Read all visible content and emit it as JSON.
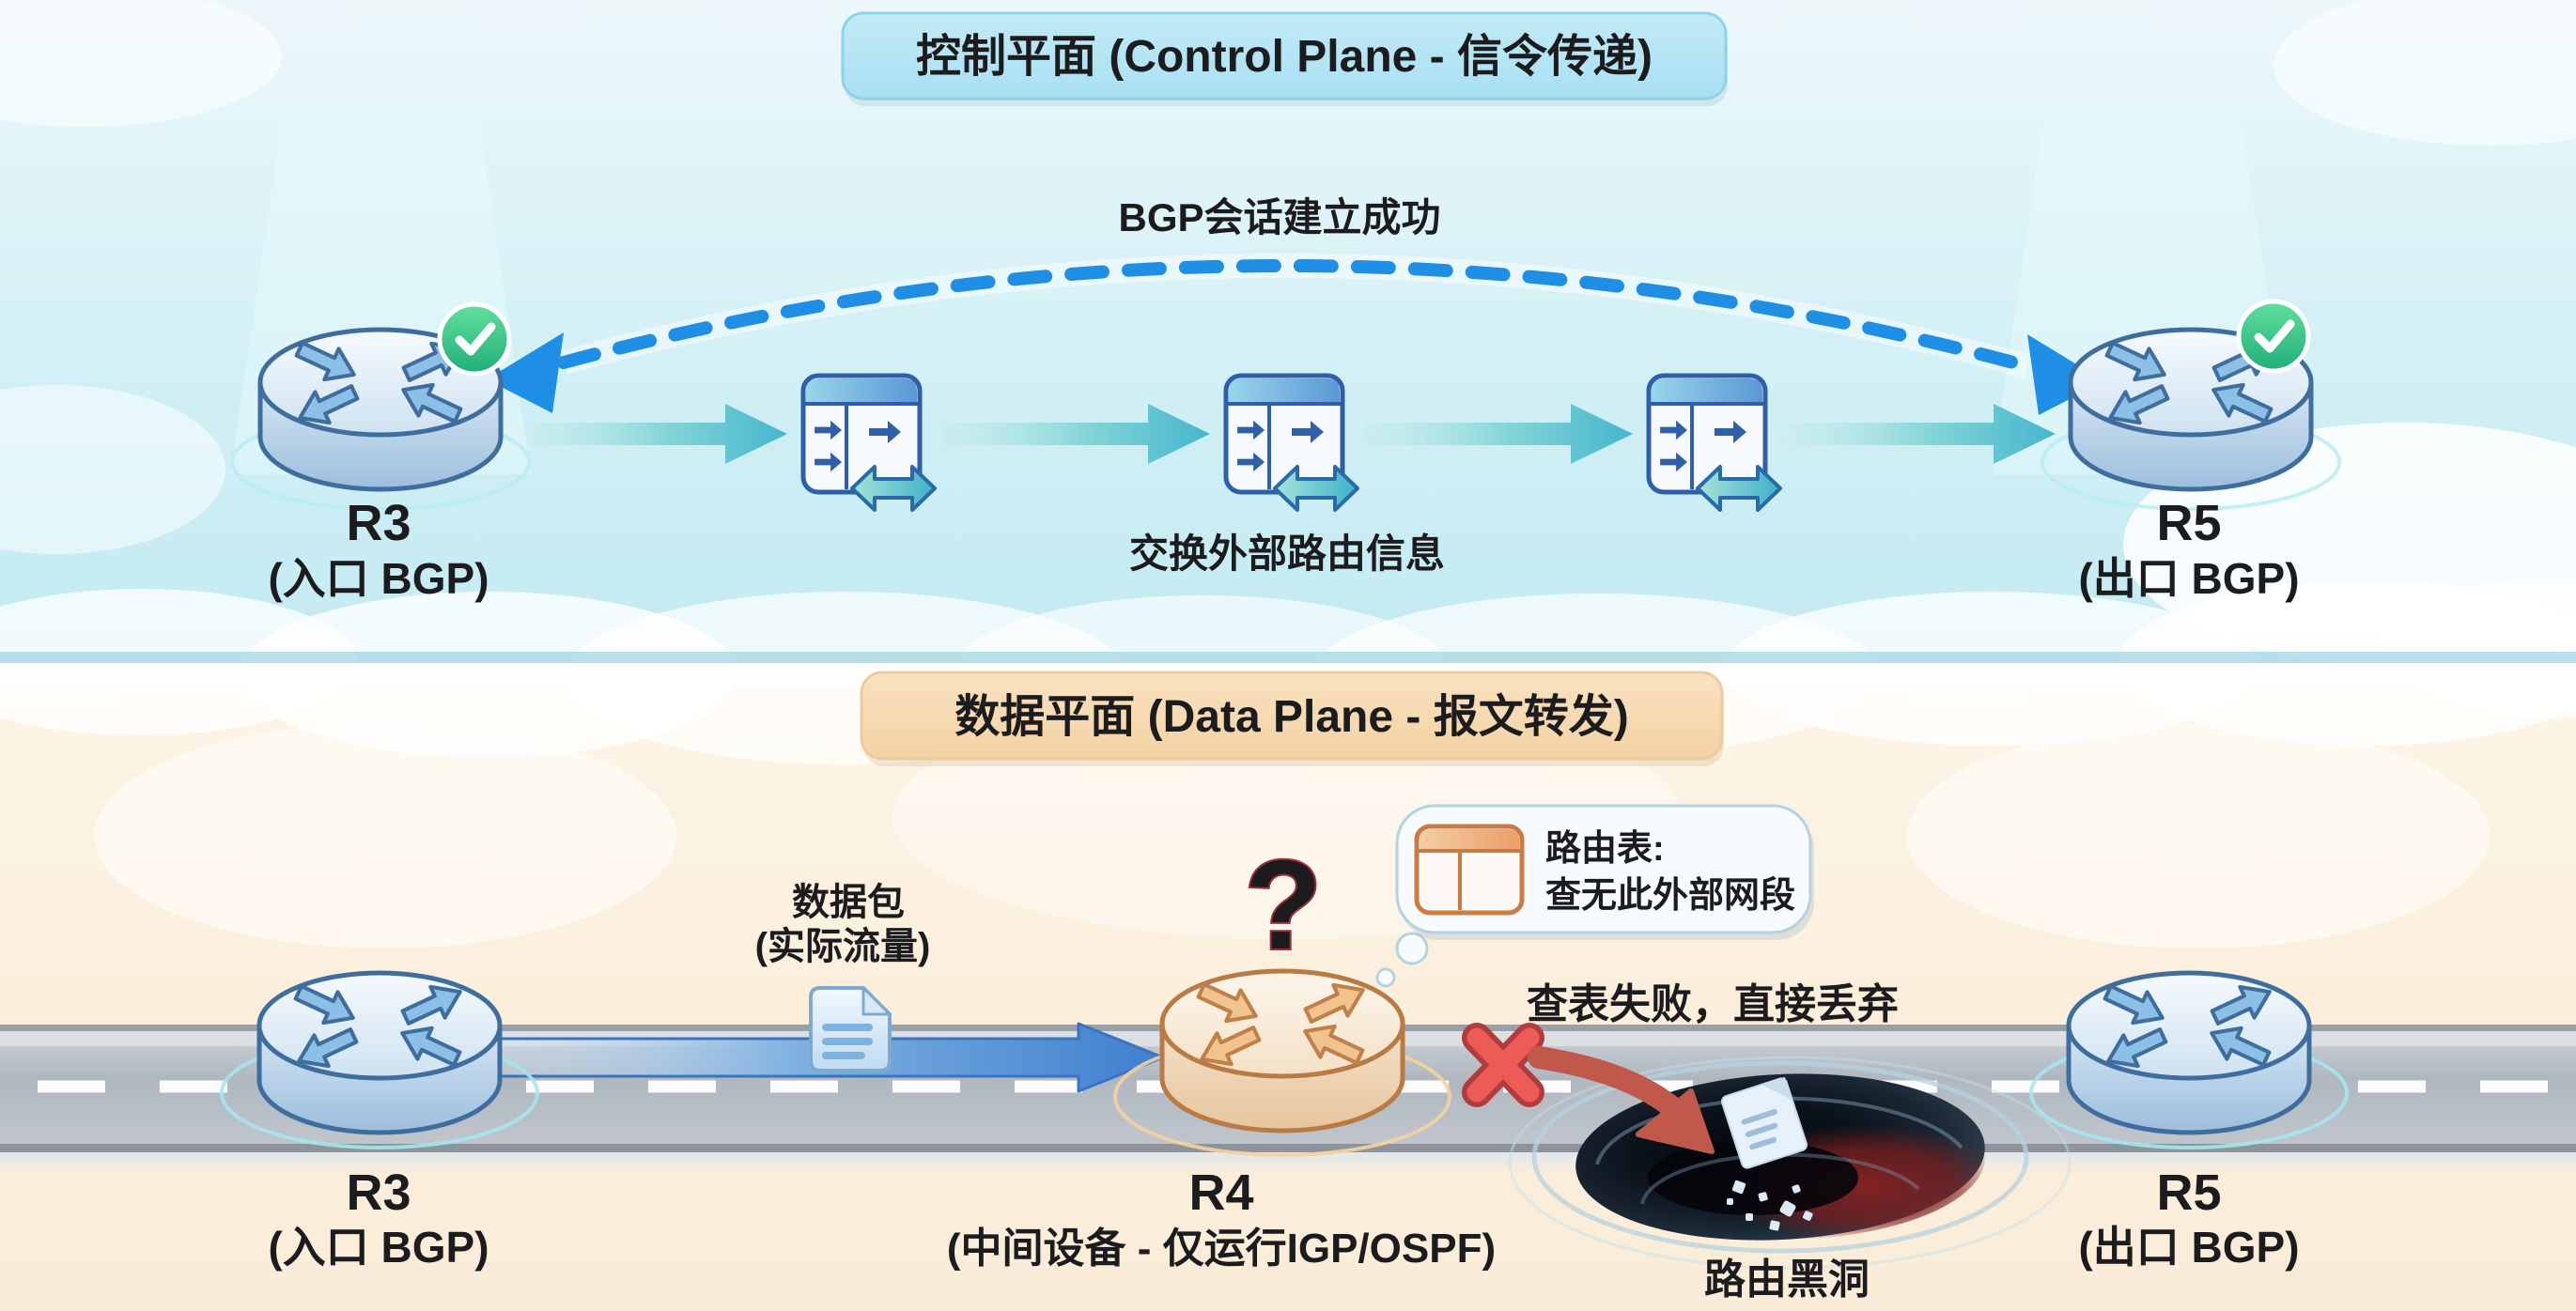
{
  "control_plane": {
    "banner": "控制平面 (Control Plane - 信令传递)",
    "session_label": "BGP会话建立成功",
    "exchange_label": "交换外部路由信息",
    "r3_name": "R3",
    "r3_role": "(入口 BGP)",
    "r5_name": "R5",
    "r5_role": "(出口 BGP)"
  },
  "data_plane": {
    "banner": "数据平面 (Data Plane - 报文转发)",
    "packet_line1": "数据包",
    "packet_line2": "(实际流量)",
    "question_mark": "?",
    "bubble_line1": "路由表:",
    "bubble_line2": "查无此外部网段",
    "drop_label": "查表失败，直接丢弃",
    "blackhole_label": "路由黑洞",
    "r3_name": "R3",
    "r3_role": "(入口 BGP)",
    "r4_name": "R4",
    "r4_role": "(中间设备 - 仅运行IGP/OSPF)",
    "r5_name": "R5",
    "r5_role": "(出口 BGP)"
  },
  "icons": {
    "router": "router-icon",
    "check": "check-badge-icon",
    "routing_table": "routing-table-icon",
    "exchange_arrow": "exchange-arrow-icon",
    "double_arrow": "double-arrow-icon",
    "packet": "packet-icon",
    "question": "question-mark-icon",
    "cross": "cross-icon",
    "drop_arrow": "drop-arrow-icon",
    "blackhole": "blackhole-icon",
    "thought_bubble": "thought-bubble"
  },
  "colors": {
    "control_banner_bg": "#b5e6f4",
    "control_section_bg": "#cdeef4",
    "data_banner_bg": "#f7d9af",
    "data_section_bg": "#fdf3e3",
    "dashed_arc_blue": "#1f8fe6",
    "teal_arrow": "#49b9cd",
    "router_blue_outline": "#3f6e9e",
    "router_orange_outline": "#b97a44",
    "check_green": "#2bb87d",
    "traffic_arrow_blue": "#4a8bd4",
    "error_red": "#e2505e",
    "drop_arrow_red": "#c0584c",
    "road_gray": "#b3bac2",
    "blackhole_dark": "#0a0f16",
    "blackhole_red": "#8e2322"
  }
}
